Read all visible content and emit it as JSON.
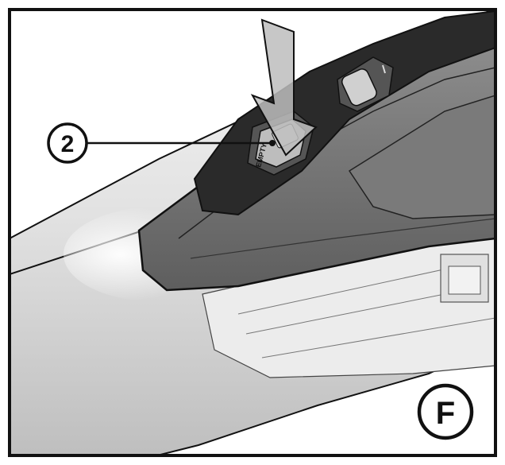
{
  "callout": {
    "number": "2"
  },
  "button": {
    "label": "EMPTY"
  },
  "panel": {
    "letter": "F"
  },
  "colors": {
    "frame": "#111111",
    "body_dark": "#2a2a2a",
    "body_mid": "#6f6f6f",
    "body_light": "#8a8a8a",
    "tube": "#d6d6d6",
    "arrow": "#bdbdbd"
  },
  "icons": {
    "arrow": "press-down-arrow-icon",
    "slider": "power-slider-icon"
  }
}
